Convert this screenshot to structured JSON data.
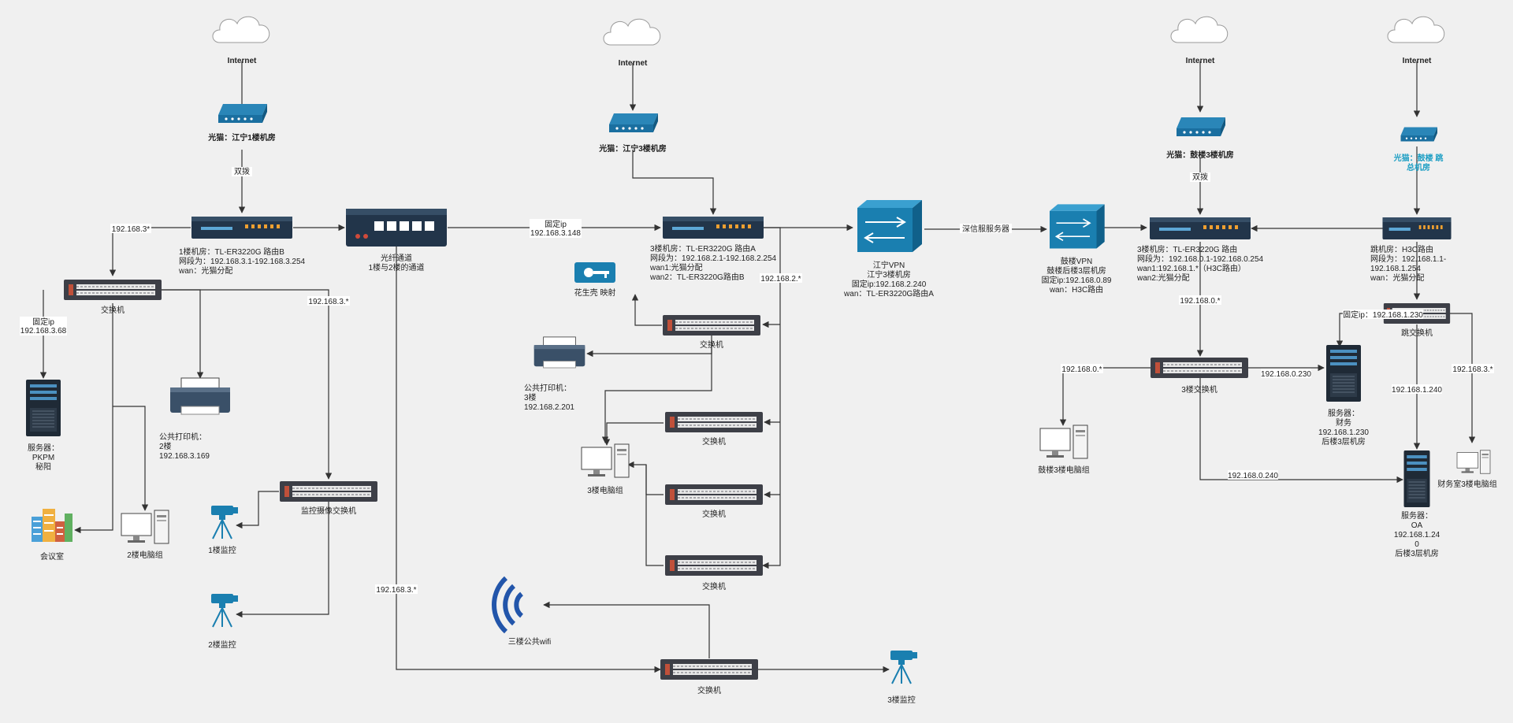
{
  "colors": {
    "device": "#1a6fa0",
    "switch": "#3d3f47",
    "accent": "#1e9fc4",
    "wifi": "#2255aa"
  },
  "clouds": {
    "c1": "Internet",
    "c2": "Internet",
    "c3": "Internet",
    "c4": "Internet"
  },
  "modems": {
    "m1": "光猫：江宁1楼机房",
    "m2": "光猫：江宁3楼机房",
    "m3": "光猫：鼓楼3楼机房",
    "m4a": "光猫：鼓楼  跳",
    "m4b": "总机房"
  },
  "routers": {
    "r1": [
      "1楼机房：TL-ER3220G 路由B",
      "网段为：192.168.3.1-192.168.3.254",
      "wan：光猫分配"
    ],
    "r2": [
      "3楼机房：TL-ER3220G 路由A",
      "网段为：192.168.2.1-192.168.2.254",
      "wan1:光猫分配",
      "wan2：TL-ER3220G路由B"
    ],
    "r3": [
      "3楼机房：TL-ER3220G 路由",
      "网段为：192.168.0.1-192.168.0.254",
      "wan1:192.168.1.*（H3C路由）",
      "wan2:光猫分配"
    ],
    "r4": [
      "跳机房：H3C路由",
      "网段为：192.168.1.1-",
      "192.168.1.254",
      "wan：光猫分配"
    ]
  },
  "vpn": {
    "v1": [
      "江宁VPN",
      "江宁3楼机房",
      "固定ip:192.168.2.240",
      "wan：TL-ER3220G路由A"
    ],
    "v2": [
      "鼓楼VPN",
      "鼓楼后楼3层机房",
      "固定ip:192.168.0.89",
      "wan：H3C路由"
    ]
  },
  "patch": [
    "光纤通道",
    "1楼与2楼的通道"
  ],
  "switches": {
    "s1": "交换机",
    "s2": "监控摄像交换机",
    "s3": "交换机",
    "s4": "交换机",
    "s5": "交换机",
    "s6": "交换机",
    "s7": "交换机",
    "s8": "3楼交换机",
    "s9": "跳交换机"
  },
  "servers": {
    "sv1": [
      "服务器：",
      "PKPM",
      "秘阳"
    ],
    "sv2": [
      "服务器：",
      "财务",
      "192.168.1.230",
      "后楼3层机房"
    ],
    "sv3": [
      "服务器：",
      "OA",
      "192.168.1.24",
      "0",
      "后楼3层机房"
    ]
  },
  "printers": {
    "p1": [
      "公共打印机：",
      "2楼",
      "192.168.3.169"
    ],
    "p2": [
      "公共打印机：",
      "3楼",
      "192.168.2.201"
    ]
  },
  "pcs": {
    "pc1": "2楼电脑组",
    "pc2": "3楼电脑组",
    "pc3": "鼓楼3楼电脑组",
    "pc4": "财务室3楼电脑组"
  },
  "cameras": {
    "cam1": "1楼监控",
    "cam2": "2楼监控",
    "cam3": "3楼监控"
  },
  "misc": {
    "meeting": "会议室",
    "peanut": "花生壳 映射",
    "wifi": "三楼公共wifi"
  },
  "edge_labels": {
    "dual1": "双拨",
    "dual3": "双拨",
    "ip3a": "192.168.3*",
    "fixed1a": "固定ip",
    "fixed1b": "192.168.3.68",
    "ip3b": "192.168.3.*",
    "fixedA1": "固定ip",
    "fixedA2": "192.168.3.148",
    "ip2": "192.168.2.*",
    "ip3c": "192.168.3.*",
    "vpnlink": "深信服服务器",
    "ip0a": "192.168.0.*",
    "ip0b": "192.168.0.*",
    "ip0230": "192.168.0.230",
    "ip0240": "192.168.0.240",
    "fixed230": "固定ip：192.168.1.230",
    "ip1240": "192.168.1.240",
    "ip3d": "192.168.3.*"
  }
}
